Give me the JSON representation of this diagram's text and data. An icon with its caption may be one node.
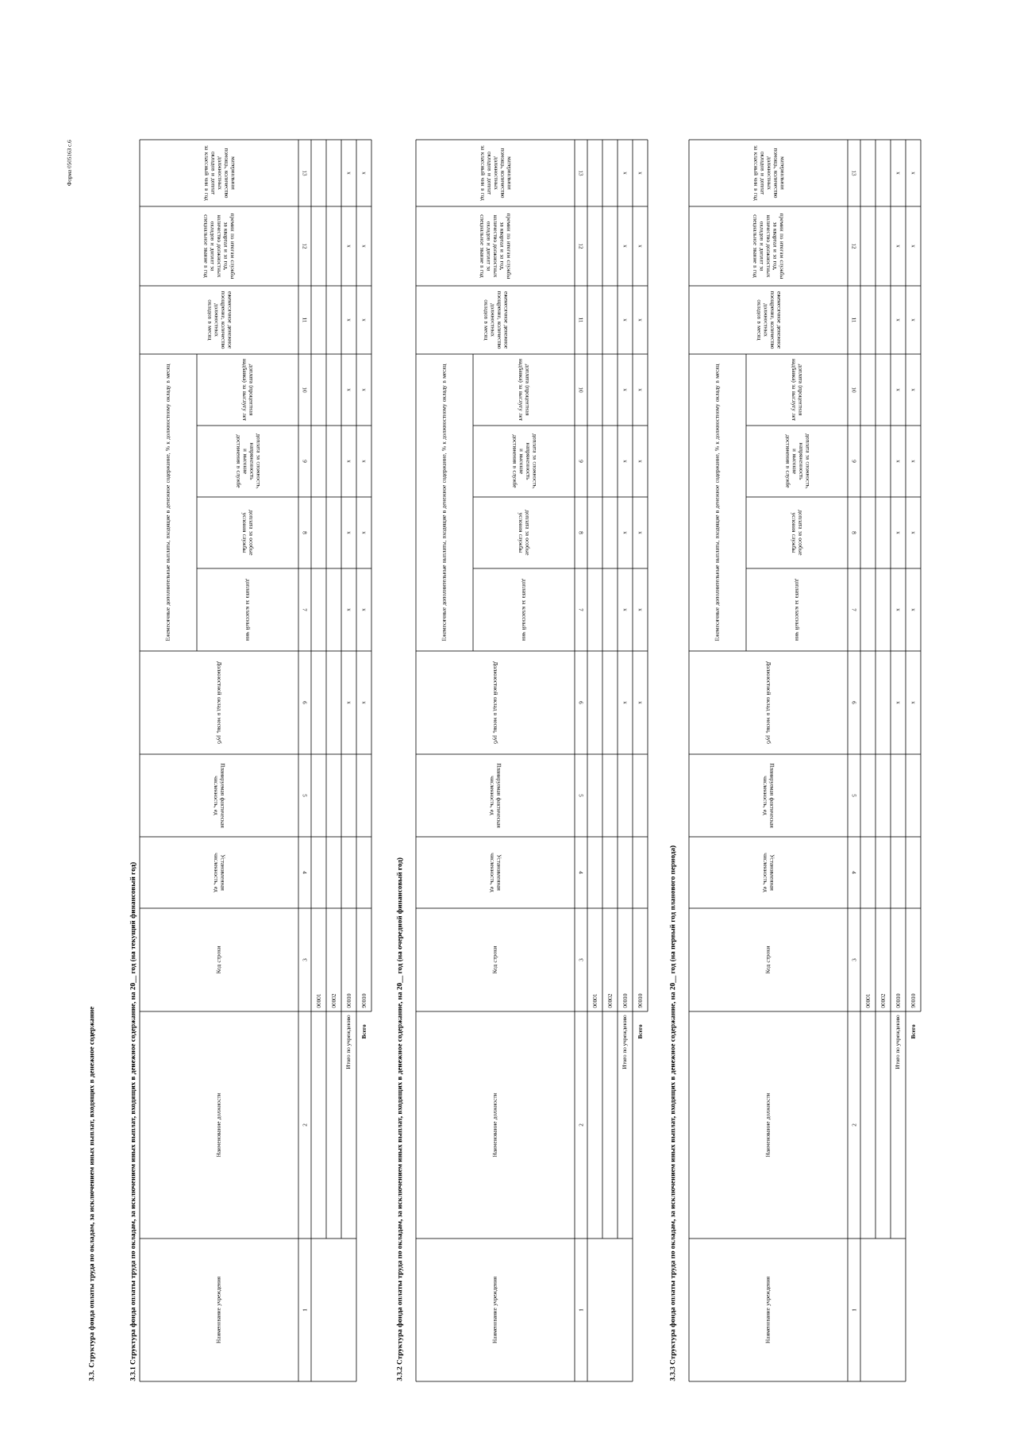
{
  "diagram": {
    "title": "3.3. Структура фонда оплаты труда по окладам, за исключением иных выплат, входящих в денежное содержание",
    "labels": [
      "Форма 0505163 с.6",
      "3.3.1 Структура фонда оплаты труда по окладам, за исключением иных выплат, входящих в денежное содержание, на 20__ год (на текущий финансовый год)",
      "Наименование учреждения",
      "Наименование должности",
      "Код строки",
      "Установленная численность, ед",
      "Планируемая фактическая численность, ед",
      "Должностной оклад в месяц, руб",
      "Ежемесячные дополнительные выплаты, входящие в денежное содержание, % к должностному окладу в месяц",
      "доплата за классный чин",
      "доплата за особые условия службы",
      "доплата за сложность, напряженность и высокие достижения в службе",
      "доплата (процентная надбавка) за выслугу лет",
      "ежемесячное денежное поощрение, количество должностных окладов в месяц",
      "премии по итогам службы за квартал и за год, количество должностных окладов и доплат за специальное звание в год",
      "материальная помощь, количество должностных окладов и доплат за классный чин в год",
      "1",
      "2",
      "3",
      "4",
      "5",
      "6",
      "7",
      "8",
      "9",
      "10",
      "11",
      "12",
      "13",
      "00001",
      "00002",
      "00010",
      "90010",
      "Итого по учреждению",
      "Всего",
      "x",
      "x",
      "x",
      "x",
      "x",
      "x",
      "x",
      "x",
      "x",
      "x",
      "x",
      "x",
      "x",
      "x",
      "x",
      "x",
      "3.3.2 Структура фонда оплаты труда по окладам, за исключением иных выплат, входящих в денежное содержание, на 20__ год (на очередной финансовый год)",
      "Наименование учреждения",
      "Наименование должности",
      "Код строки",
      "Установленная численность, ед",
      "Планируемая фактическая численность, ед",
      "Должностной оклад в месяц, руб",
      "Ежемесячные дополнительные выплаты, входящие в денежное содержание, % к должностному окладу в месяц",
      "доплата за классный чин",
      "доплата за особые условия службы",
      "доплата за сложность, напряженность и высокие достижения в службе",
      "доплата (процентная надбавка) за выслугу лет",
      "ежемесячное денежное поощрение, количество должностных окладов в месяц",
      "премии по итогам службы за квартал и за год, количество должностных окладов и доплат за специальное звание в год",
      "материальная помощь, количество должностных окладов и доплат за классный чин в год",
      "1",
      "2",
      "3",
      "4",
      "5",
      "6",
      "7",
      "8",
      "9",
      "10",
      "11",
      "12",
      "13",
      "00001",
      "00002",
      "00010",
      "90010",
      "Итого по учреждению",
      "Всего",
      "x",
      "x",
      "x",
      "x",
      "x",
      "x",
      "x",
      "x",
      "x",
      "x",
      "x",
      "x",
      "x",
      "x",
      "x",
      "x",
      "3.3.3 Структура фонда оплаты труда по окладам, за исключением иных выплат, входящих в денежное содержание, на 20__ год (на первый год планового периода)",
      "Наименование учреждения",
      "Наименование должности",
      "Код строки",
      "Установленная численность, ед",
      "Планируемая фактическая численность, ед",
      "Должностной оклад в месяц, руб",
      "Ежемесячные дополнительные выплаты, входящие в денежное содержание, % к должностному окладу в месяц",
      "доплата за классный чин",
      "доплата за особые условия службы",
      "доплата за сложность, напряженность и высокие достижения в службе",
      "доплата (процентная надбавка) за выслугу лет",
      "ежемесячное денежное поощрение, количество должностных окладов в месяц",
      "премии по итогам службы за квартал и за год, количество должностных окладов и доплат за специальное звание в год",
      "материальная помощь, количество должностных окладов и доплат за классный чин в год",
      "1",
      "2",
      "3",
      "4",
      "5",
      "6",
      "7",
      "8",
      "9",
      "10",
      "11",
      "12",
      "13",
      "00001",
      "00002",
      "00010",
      "90010",
      "Итого по учреждению",
      "Всего",
      "x",
      "x",
      "x",
      "x",
      "x",
      "x",
      "x",
      "x",
      "x",
      "x",
      "x",
      "x",
      "x",
      "x",
      "x",
      "x"
    ]
  }
}
